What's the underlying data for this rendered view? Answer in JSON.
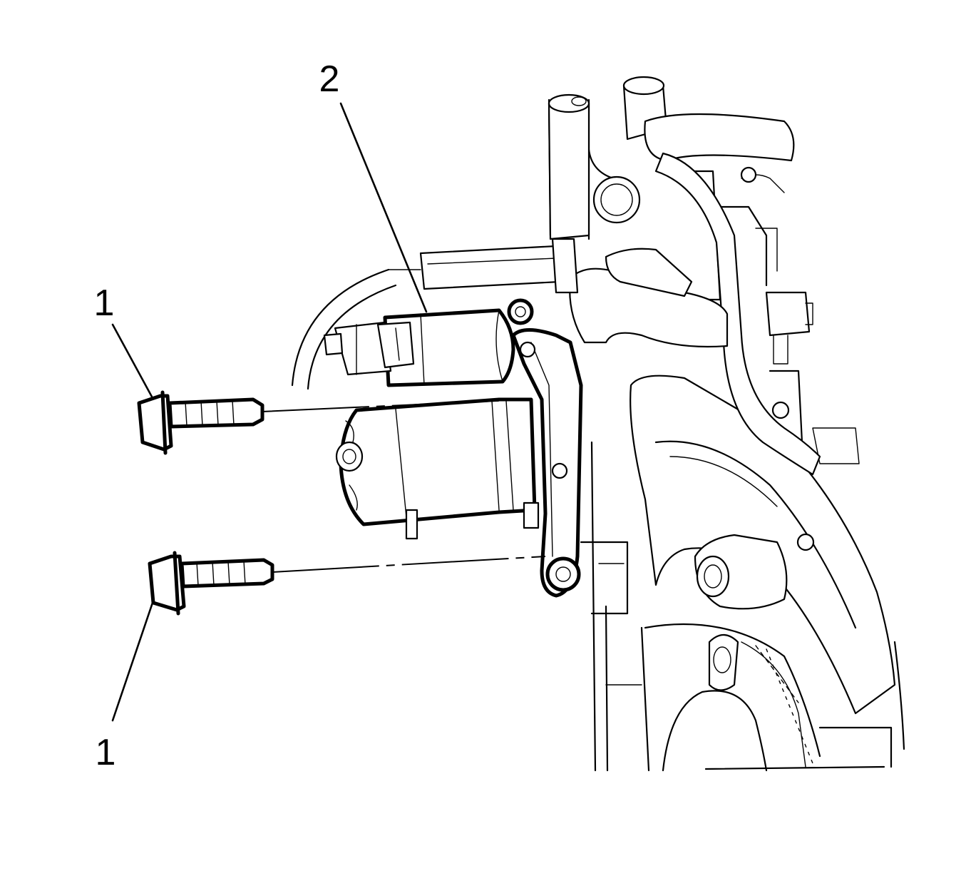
{
  "diagram": {
    "callouts": [
      {
        "id": "bolt-upper",
        "label": "1"
      },
      {
        "id": "starter",
        "label": "2"
      },
      {
        "id": "bolt-lower",
        "label": "1"
      }
    ],
    "colors": {
      "line": "#000000",
      "background": "#ffffff"
    }
  }
}
